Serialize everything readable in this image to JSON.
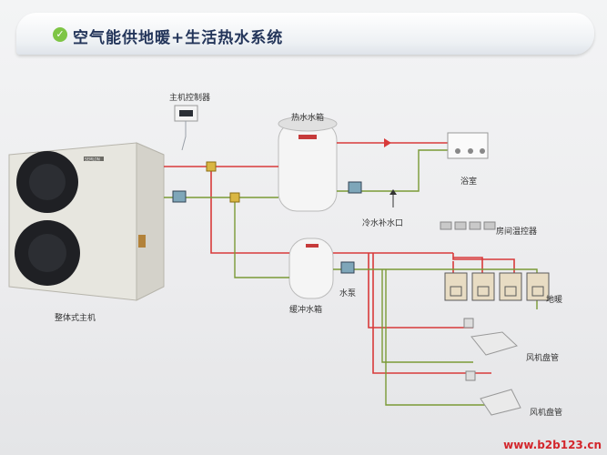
{
  "title": "空气能供地暖+生活热水系统",
  "labels": {
    "controller": "主机控制器",
    "hot_tank": "热水水箱",
    "bathroom": "浴室",
    "cold_inlet": "冷水补水口",
    "room_ctrl": "房间温控器",
    "floor": "地暖",
    "buffer_tank": "缓冲水箱",
    "pump": "水泵",
    "main_unit": "整体式主机",
    "fan_coil_1": "风机盘管",
    "fan_coil_2": "风机盘管"
  },
  "brand": "SEMLON",
  "watermark": "www.b2b123.cn",
  "colors": {
    "hot_pipe": "#d83a3a",
    "cold_pipe": "#7a9a36",
    "title": "#23355a",
    "accent": "#7ec545"
  }
}
